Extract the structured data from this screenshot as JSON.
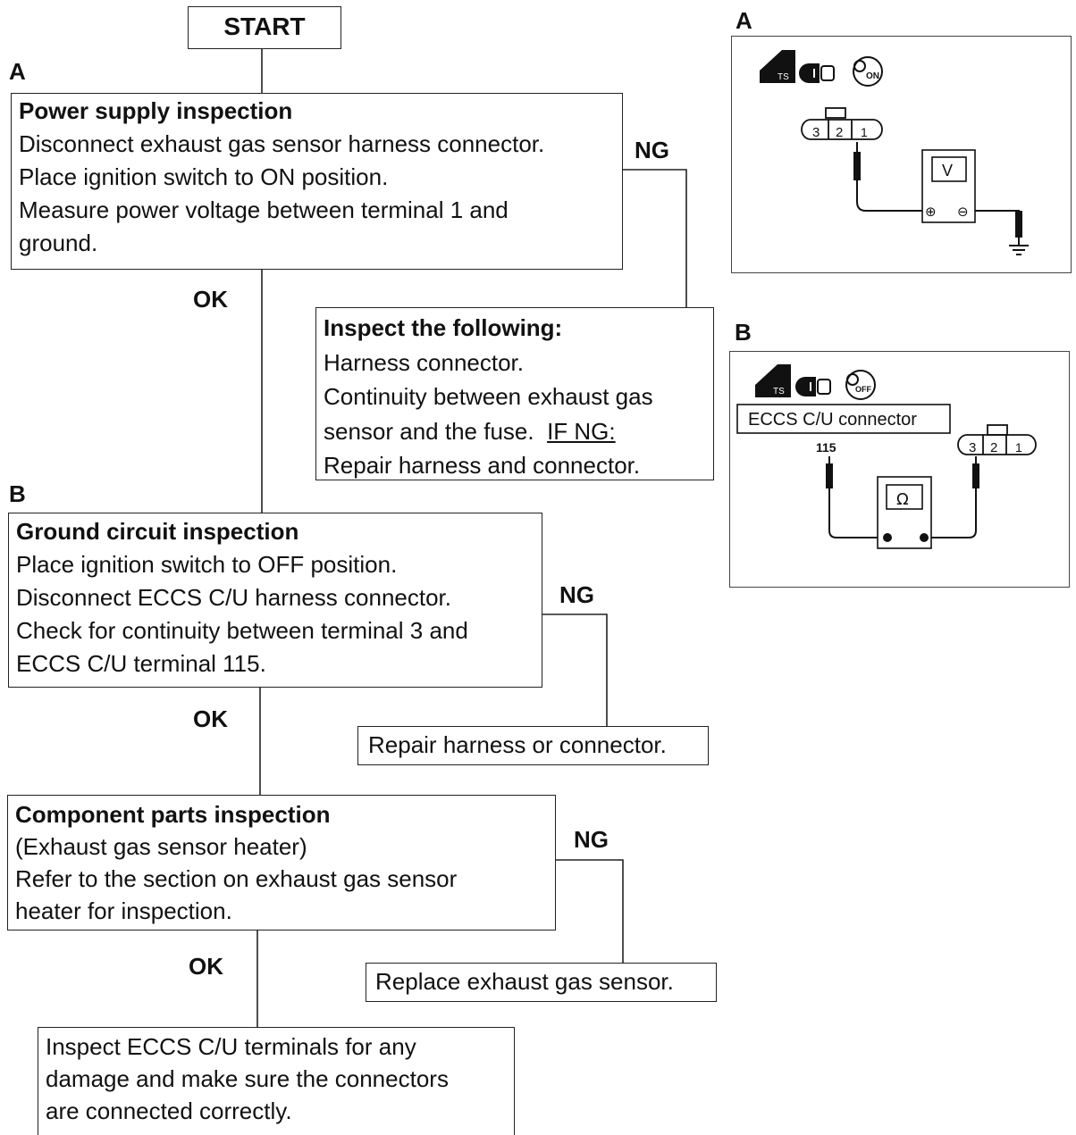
{
  "start": "START",
  "labels": {
    "a": "A",
    "b": "B",
    "ok": "OK",
    "ng": "NG"
  },
  "step_power": {
    "title": "Power supply inspection",
    "lines": [
      "Disconnect exhaust gas sensor harness connector.",
      "Place ignition switch to ON position.",
      "Measure power voltage between terminal 1 and",
      "ground."
    ]
  },
  "inspect_following": {
    "title": "Inspect the following:",
    "line1": "Harness connector.",
    "line2": "Continuity between exhaust gas",
    "line3_pre": "sensor and the fuse.",
    "line3_ng": "IF NG:",
    "line4": "Repair harness and connector."
  },
  "step_ground": {
    "title": "Ground circuit inspection",
    "lines": [
      "Place ignition switch to OFF position.",
      "Disconnect ECCS C/U harness connector.",
      "Check for continuity between terminal 3 and",
      "ECCS C/U terminal 115."
    ]
  },
  "repair_box": "Repair harness or connector.",
  "step_component": {
    "title": "Component parts inspection",
    "lines": [
      "(Exhaust gas sensor heater)",
      "Refer to the section on exhaust gas sensor",
      "heater for inspection."
    ]
  },
  "replace_box": "Replace exhaust gas sensor.",
  "final_box": {
    "lines": [
      "Inspect ECCS C/U terminals for any",
      "damage and make sure the connectors",
      "are connected correctly."
    ]
  },
  "diagram_a": {
    "label": "A",
    "terminals": [
      "3",
      "2",
      "1"
    ],
    "meter": "V",
    "plus": "⊕",
    "minus": "⊖",
    "ignition": "ON",
    "icon_ts": "TS"
  },
  "diagram_b": {
    "label": "B",
    "connector_label": "ECCS C/U connector",
    "pin": "115",
    "terminals": [
      "3",
      "2",
      "1"
    ],
    "meter": "Ω",
    "ignition": "OFF",
    "icon_ts": "TS"
  }
}
